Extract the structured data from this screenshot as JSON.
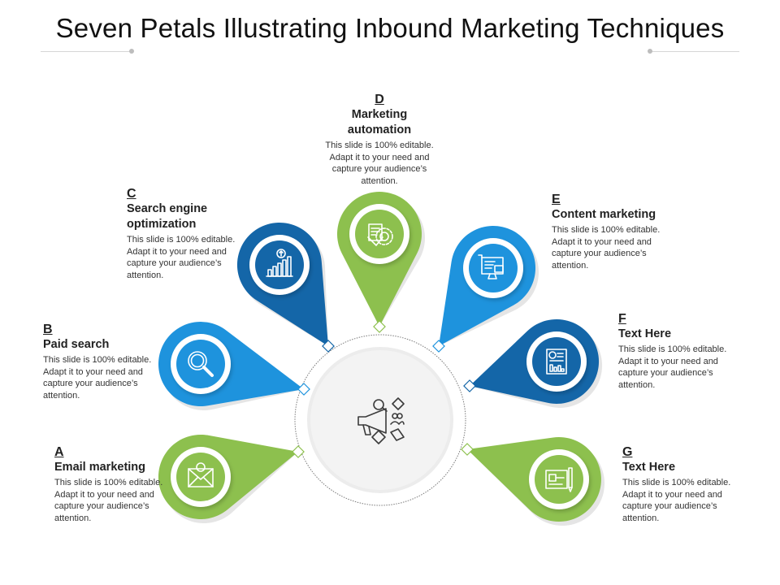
{
  "title": "Seven Petals Illustrating Inbound Marketing Techniques",
  "colors": {
    "green": "#8DC04E",
    "blue_light": "#1E93DD",
    "blue_dark": "#1466A8",
    "icon_stroke": "#3b3b3b",
    "hub_fill": "#f1f1f1"
  },
  "hub": {
    "icon": "megaphone-marketing-icon"
  },
  "petals": [
    {
      "letter": "A",
      "heading": "Email marketing",
      "desc": "This slide is 100% editable. Adapt it to your need and capture your audience’s attention.",
      "color": "green",
      "icon": "email-icon"
    },
    {
      "letter": "B",
      "heading": "Paid search",
      "desc": "This slide is 100% editable. Adapt it to your need and capture your audience’s attention.",
      "color": "blue_light",
      "icon": "magnifier-icon"
    },
    {
      "letter": "C",
      "heading": "Search engine optimization",
      "desc": "This slide is 100% editable. Adapt it to your need and capture your audience’s attention.",
      "color": "blue_dark",
      "icon": "growth-chart-icon"
    },
    {
      "letter": "D",
      "heading": "Marketing automation",
      "desc": "This slide is 100% editable. Adapt it to your need and capture your audience’s attention.",
      "color": "green",
      "icon": "gear-document-icon"
    },
    {
      "letter": "E",
      "heading": "Content marketing",
      "desc": "This slide is 100% editable. Adapt it to your need and capture your audience’s attention.",
      "color": "blue_light",
      "icon": "monitor-content-icon"
    },
    {
      "letter": "F",
      "heading": "Text Here",
      "desc": "This slide is 100% editable. Adapt it to your need and capture your audience’s attention.",
      "color": "blue_dark",
      "icon": "report-icon"
    },
    {
      "letter": "G",
      "heading": "Text Here",
      "desc": "This slide is 100% editable. Adapt it to your need and capture your audience’s attention.",
      "color": "green",
      "icon": "blueprint-icon"
    }
  ]
}
